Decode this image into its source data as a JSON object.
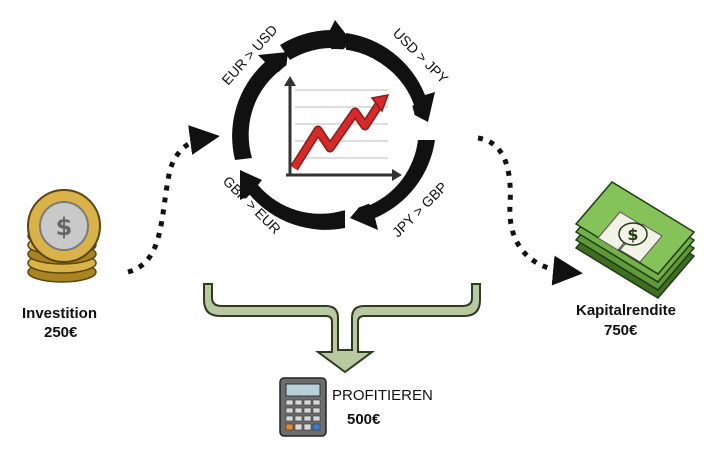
{
  "cycle": {
    "top_left": "EUR > USD",
    "top_right": "USD > JPY",
    "bottom_left": "GBP > EUR",
    "bottom_right": "JPY > GBP"
  },
  "investment": {
    "label": "Investition",
    "amount": "250€"
  },
  "return": {
    "label": "Kapitalrendite",
    "amount": "750€"
  },
  "profit": {
    "label": "PROFITIEREN",
    "amount": "500€"
  },
  "colors": {
    "cycle_ring": "#111111",
    "trend_arrow": "#d42a2a",
    "bracket_fill": "#b7c9a0",
    "bracket_stroke": "#2f3a22",
    "coin_gold": "#d9b24a",
    "coin_silver": "#c9c9c9",
    "money_green": "#5f9a3a"
  },
  "icons": [
    "coin-stack-icon",
    "money-stack-icon",
    "calculator-icon",
    "trend-chart-icon"
  ]
}
